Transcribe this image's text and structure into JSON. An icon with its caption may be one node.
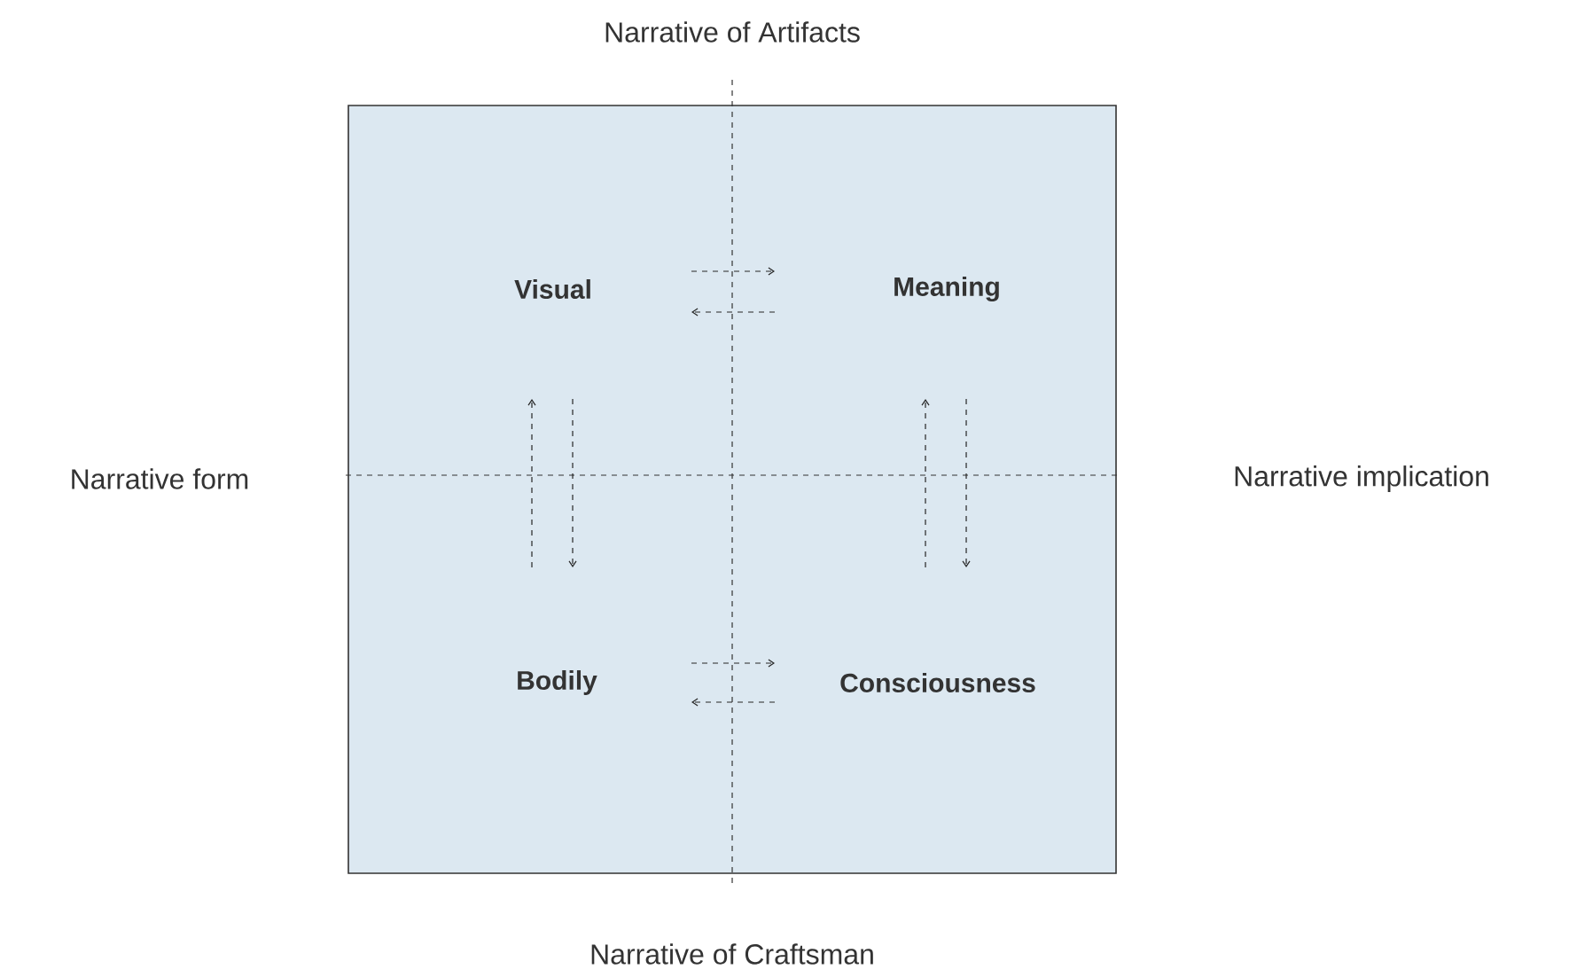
{
  "diagram": {
    "nodes": [
      {
        "text": [],
        "shape": "box"
      },
      {
        "text": [
          "Visual"
        ],
        "in": 0
      },
      {
        "text": [
          "Meaning"
        ],
        "in": 0
      },
      {
        "text": [
          "Bodily"
        ],
        "in": 0
      },
      {
        "text": [
          "Consciousness"
        ],
        "in": 0
      }
    ],
    "edges": [
      {
        "from": 1,
        "to": 2,
        "arrow": "to",
        "style": "dashed"
      },
      {
        "from": 2,
        "to": 1,
        "arrow": "to",
        "style": "dashed"
      },
      {
        "from": 3,
        "to": 1,
        "arrow": "to",
        "style": "dashed"
      },
      {
        "from": 1,
        "to": 3,
        "arrow": "to",
        "style": "dashed"
      },
      {
        "from": 4,
        "to": 2,
        "arrow": "to",
        "style": "dashed"
      },
      {
        "from": 2,
        "to": 4,
        "arrow": "to",
        "style": "dashed"
      },
      {
        "from": 3,
        "to": 4,
        "arrow": "to",
        "style": "dashed"
      },
      {
        "from": 4,
        "to": 3,
        "arrow": "to",
        "style": "dashed"
      }
    ],
    "labels": [
      "Narrative of Artifacts",
      "Narrative form",
      "Narrative implication",
      "Narrative of Craftsman"
    ]
  }
}
